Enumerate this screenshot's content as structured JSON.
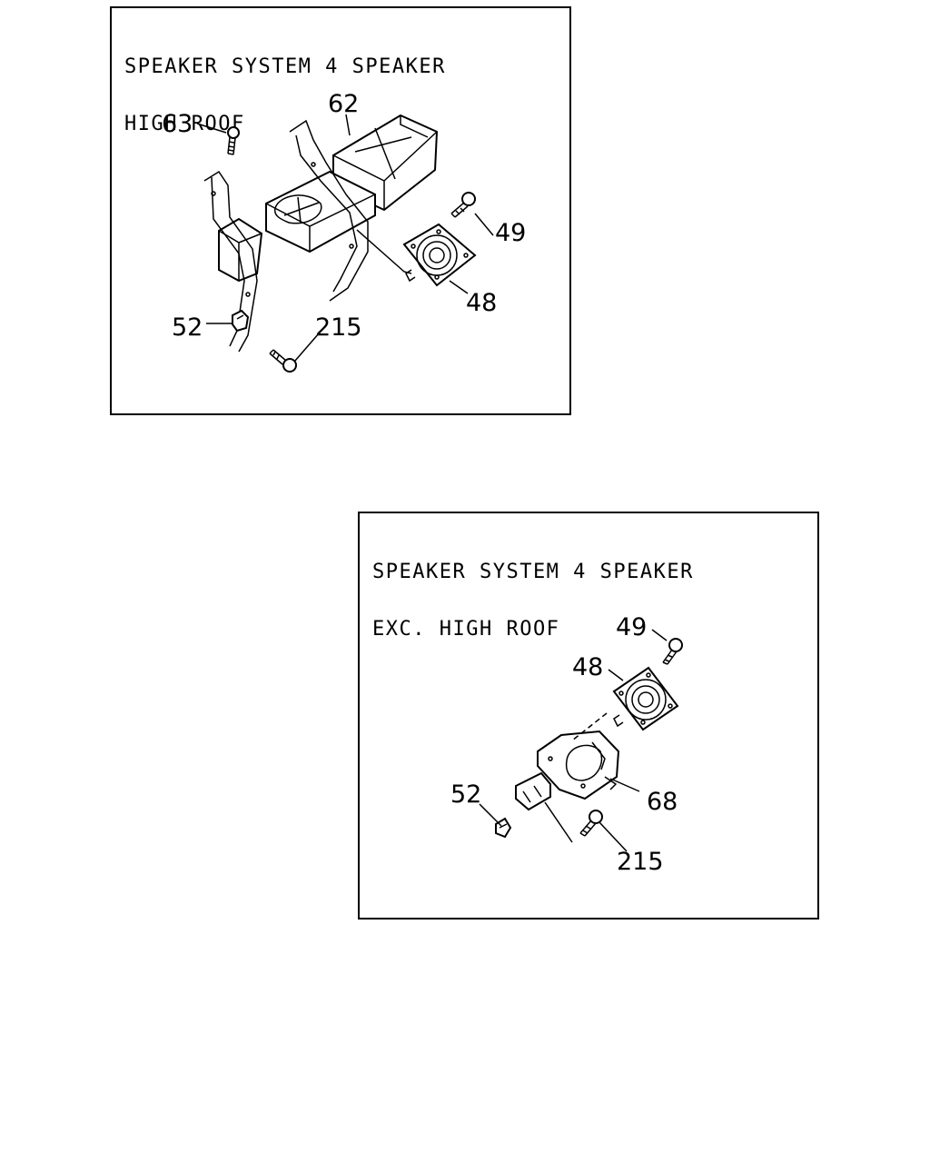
{
  "diagrams": [
    {
      "title_line1": "SPEAKER SYSTEM 4 SPEAKER",
      "title_line2": "HIGH ROOF",
      "callouts": {
        "c63": "63",
        "c62": "62",
        "c49": "49",
        "c48": "48",
        "c52": "52",
        "c215": "215"
      }
    },
    {
      "title_line1": "SPEAKER SYSTEM 4 SPEAKER",
      "title_line2": "EXC. HIGH ROOF",
      "callouts": {
        "c49": "49",
        "c48": "48",
        "c52": "52",
        "c68": "68",
        "c215": "215"
      }
    }
  ]
}
